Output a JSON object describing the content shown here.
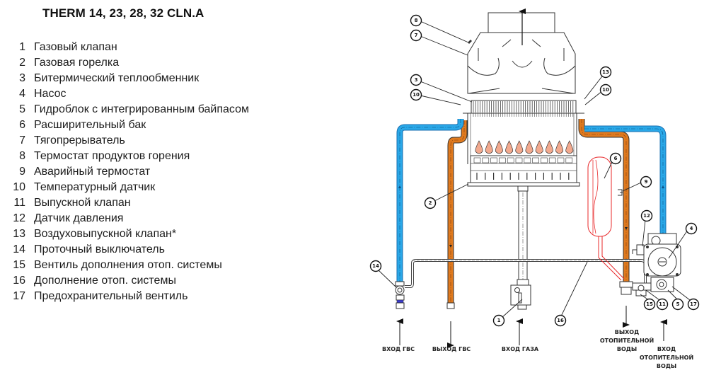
{
  "title": "THERM 14, 23, 28, 32 CLN.A",
  "legend": [
    {
      "num": "1",
      "label": "Газовый клапан"
    },
    {
      "num": "2",
      "label": "Газовая горелка"
    },
    {
      "num": "3",
      "label": "Битермический теплообменник"
    },
    {
      "num": "4",
      "label": "Насос"
    },
    {
      "num": "5",
      "label": "Гидроблок с интегрированным байпасом"
    },
    {
      "num": "6",
      "label": "Расширительный бак"
    },
    {
      "num": "7",
      "label": "Тягопрерыватель"
    },
    {
      "num": "8",
      "label": "Термостат продуктов горения"
    },
    {
      "num": "9",
      "label": "Аварийный термостат"
    },
    {
      "num": "10",
      "label": "Температурный датчик"
    },
    {
      "num": "11",
      "label": "Выпускной клапан"
    },
    {
      "num": "12",
      "label": "Датчик давления"
    },
    {
      "num": "13",
      "label": "Воздуховыпускной клапан*"
    },
    {
      "num": "14",
      "label": "Проточный выключатель"
    },
    {
      "num": "15",
      "label": "Вентиль дополнения отоп. системы"
    },
    {
      "num": "16",
      "label": "Дополнение отоп. системы"
    },
    {
      "num": "17",
      "label": "Предохранительный вентиль"
    }
  ],
  "callouts": {
    "c8": "8",
    "c7": "7",
    "c3": "3",
    "c10a": "10",
    "c13": "13",
    "c10b": "10",
    "c2": "2",
    "c6": "6",
    "c9": "9",
    "c12": "12",
    "c4": "4",
    "c14": "14",
    "c1": "1",
    "c16": "16",
    "c15": "15",
    "c11": "11",
    "c5": "5",
    "c17": "17"
  },
  "connections": {
    "dhw_in": "ВХОД ГВС",
    "dhw_out": "ВЫХОД ГВС",
    "gas_in": "ВХОД ГАЗА",
    "heat_out": [
      "ВЫХОД",
      "ОТОПИТЕЛЬНОЙ",
      "ВОДЫ"
    ],
    "heat_in": [
      "ВХОД",
      "ОТОПИТЕЛЬНОЙ",
      "ВОДЫ"
    ]
  },
  "colors": {
    "cold_pipe": "#2aa8e8",
    "hot_pipe": "#e07a1e",
    "expansion_tank": "#e8282a",
    "flame": "#f2a98e"
  }
}
